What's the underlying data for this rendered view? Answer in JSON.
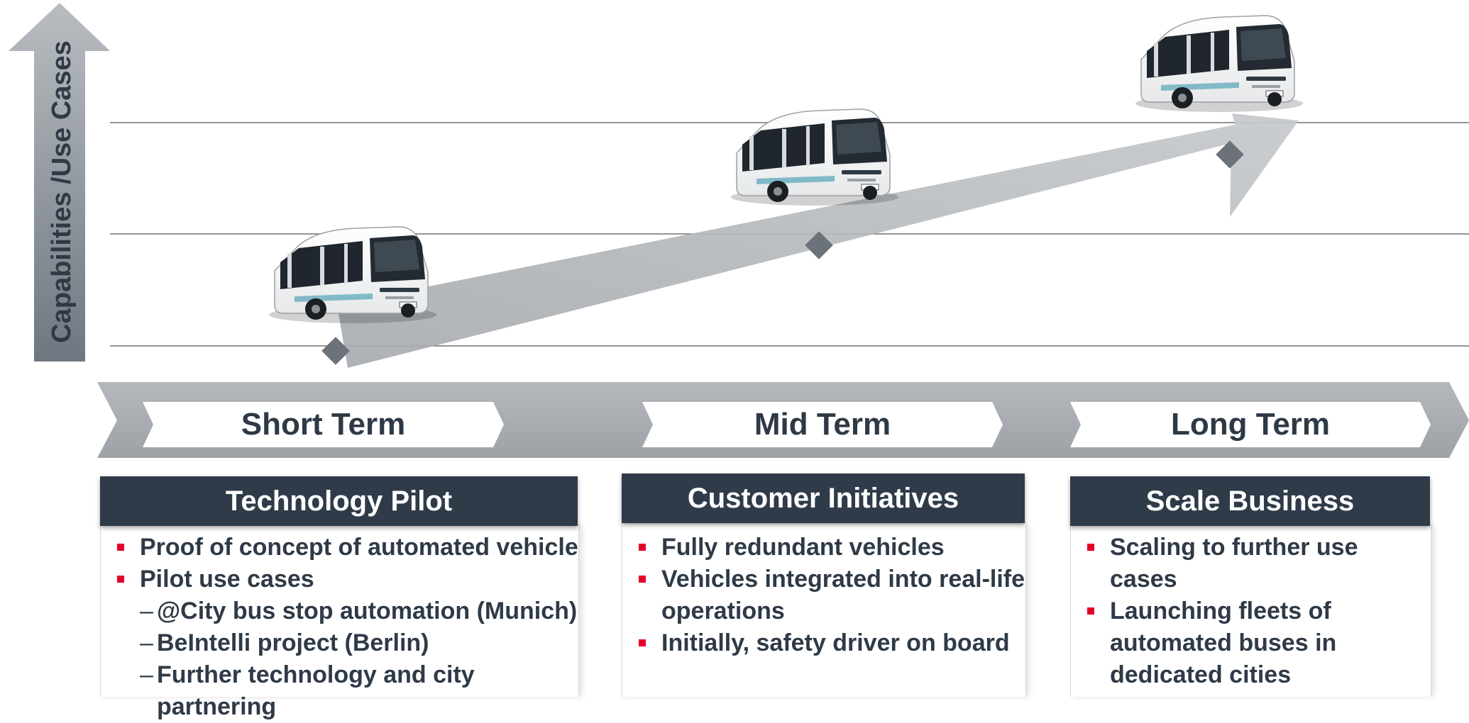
{
  "axis": {
    "label": "Capabilities /Use Cases"
  },
  "phases": [
    {
      "label": "Short Term"
    },
    {
      "label": "Mid Term"
    },
    {
      "label": "Long Term"
    }
  ],
  "cards": [
    {
      "title": "Technology Pilot",
      "bullets": [
        {
          "text": "Proof of concept of automated vehicle"
        },
        {
          "text": "Pilot use cases"
        }
      ],
      "subbullets": [
        {
          "text": "@City bus stop automation (Munich)"
        },
        {
          "text": "BeIntelli project (Berlin)"
        },
        {
          "text": "Further technology and city partnering"
        }
      ]
    },
    {
      "title": "Customer Initiatives",
      "bullets": [
        {
          "text": "Fully redundant vehicles"
        },
        {
          "text": "Vehicles integrated into real-life operations"
        },
        {
          "text": "Initially, safety driver on board"
        }
      ]
    },
    {
      "title": "Scale Business",
      "bullets": [
        {
          "text": "Scaling to further use cases"
        },
        {
          "text": "Launching fleets of automated buses in dedicated cities"
        }
      ]
    }
  ],
  "colors": {
    "header_bg": "#2f3b49",
    "bullet": "#e4002b",
    "timeline": "#a4a9ae",
    "text": "#2f3a47"
  },
  "icons": [
    "up-arrow-icon",
    "growth-arrow-icon",
    "bus-icon",
    "diamond-marker-icon"
  ]
}
